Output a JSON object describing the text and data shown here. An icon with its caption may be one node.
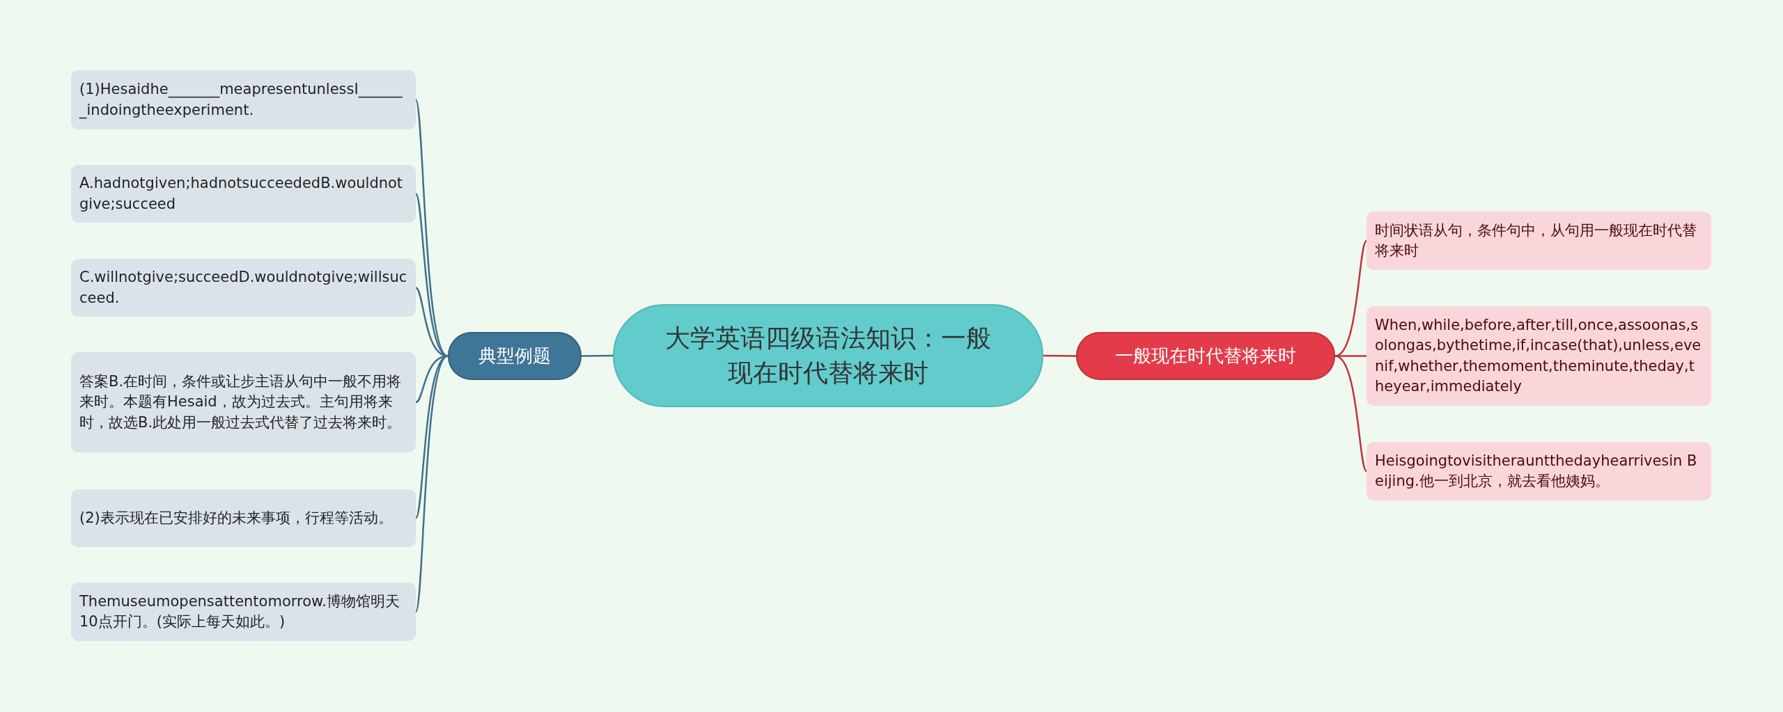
{
  "diagram": {
    "nodes": [
      {
        "text": [
          "大学英语四级语法知识：一般现在时代替将来时"
        ]
      },
      {
        "text": [
          "典型例题"
        ]
      },
      {
        "text": [
          "(1)Hesaidhe_______meapresentunlessI_______indoingtheexperiment."
        ]
      },
      {
        "text": [
          "A.hadnotgiven;hadnotsucceededB.wouldnotgive;succeed"
        ]
      },
      {
        "text": [
          "C.willnotgive;succeedD.wouldnotgive;willsucceed."
        ]
      },
      {
        "text": [
          "答案B.在时间，条件或让步主语从句中一般不用将来时。本题有Hesaid，故为过去式。主句用将来时，故选B.此处用一般过去式代替了过去将来时。"
        ]
      },
      {
        "text": [
          "(2)表示现在已安排好的未来事项，行程等活动。"
        ]
      },
      {
        "text": [
          "Themuseumopensattentomorrow.博物馆明天10点开门。(实际上每天如此。)"
        ]
      },
      {
        "text": [
          "一般现在时代替将来时"
        ]
      },
      {
        "text": [
          "时间状语从句，条件句中，从句用一般现在时代替将来时"
        ]
      },
      {
        "text": [
          "When,while,before,after,till,once,assoonas,solongas,bythetime,if,incase(that),unless,evenif,whether,themoment,theminute,theday,theyear,immediately"
        ]
      },
      {
        "text": [
          "Heisgoingtovisitherauntthedayhearrivesin Beijing.他一到北京，就去看他姨妈。"
        ]
      }
    ],
    "edges": [
      {
        "from": 0,
        "to": 1,
        "arrow": "none"
      },
      {
        "from": 1,
        "to": 2,
        "arrow": "none"
      },
      {
        "from": 1,
        "to": 3,
        "arrow": "none"
      },
      {
        "from": 1,
        "to": 4,
        "arrow": "none"
      },
      {
        "from": 1,
        "to": 5,
        "arrow": "none"
      },
      {
        "from": 1,
        "to": 6,
        "arrow": "none"
      },
      {
        "from": 1,
        "to": 7,
        "arrow": "none"
      },
      {
        "from": 0,
        "to": 8,
        "arrow": "none",
        "color": "#c0343f"
      },
      {
        "from": 8,
        "to": 9,
        "arrow": "none",
        "color": "#c0343f"
      },
      {
        "from": 8,
        "to": 10,
        "arrow": "none",
        "color": "#c0343f"
      },
      {
        "from": 8,
        "to": 11,
        "arrow": "none",
        "color": "#c0343f"
      }
    ]
  }
}
